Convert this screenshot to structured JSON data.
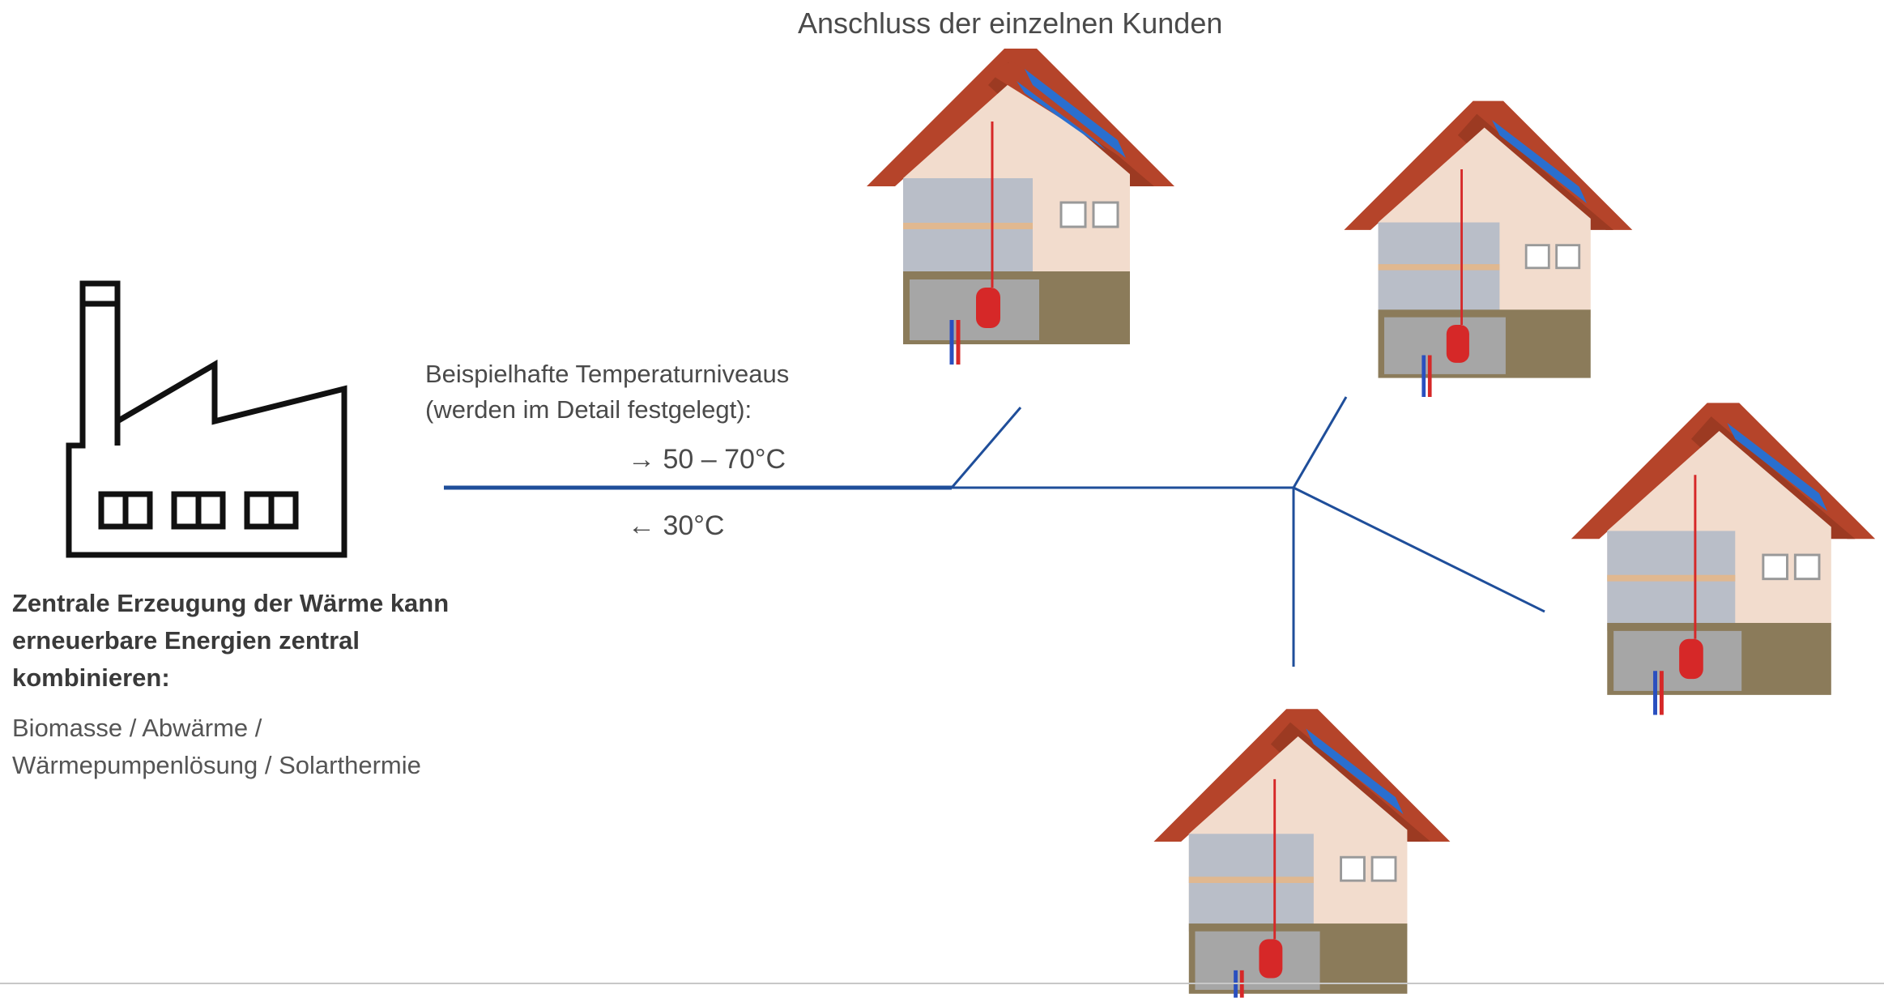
{
  "title": "Anschluss der einzelnen Kunden",
  "temperature": {
    "heading_line1": "Beispielhafte Temperaturniveaus",
    "heading_line2": "(werden im Detail festgelegt):",
    "flow": "→ 50 – 70°C",
    "return": "← 30°C"
  },
  "generation": {
    "heading": "Zentrale Erzeugung der Wärme kann erneuerbare Energien zentral kombinieren:",
    "sources_line1": "Biomasse / Abwärme /",
    "sources_line2": "Wärmepumpenlösung / Solarthermie"
  },
  "icons": {
    "factory": "factory-icon",
    "house": "house-cutaway-illustration"
  },
  "colors": {
    "network_line": "#1f4e9a",
    "roof": "#b5442a",
    "solar": "#2a6fcf",
    "wall": "#f2dccd",
    "basement": "#8b7b5a",
    "supply_pipe": "#d62828",
    "return_pipe": "#2a4fbf"
  }
}
